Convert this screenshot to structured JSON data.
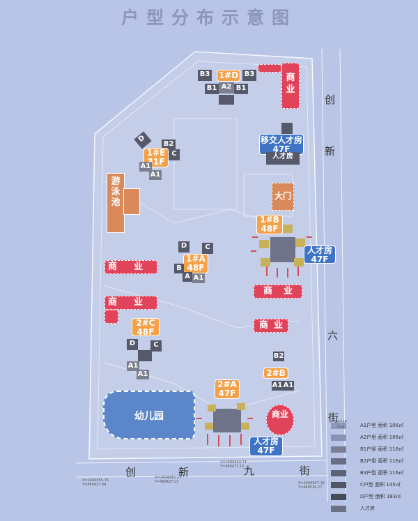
{
  "title": "户型分布示意图",
  "roads": {
    "right_1": "创",
    "right_2": "新",
    "right_3": "六",
    "right_4": "街",
    "bottom_1": "创",
    "bottom_2": "新",
    "bottom_3": "九",
    "bottom_4": "街"
  },
  "towers": [
    {
      "id": "1d",
      "name": "1#D",
      "floors": ""
    },
    {
      "id": "1e",
      "name": "1#E",
      "floors": "31F"
    },
    {
      "id": "1b",
      "name": "1#B",
      "floors": "48F"
    },
    {
      "id": "1a",
      "name": "1#A",
      "floors": "48F"
    },
    {
      "id": "2c",
      "name": "2#C",
      "floors": "48F"
    },
    {
      "id": "2b",
      "name": "2#B",
      "floors": ""
    },
    {
      "id": "2a",
      "name": "2#A",
      "floors": "47F"
    }
  ],
  "talent_tags": {
    "transfer_name": "移交人才房",
    "transfer_floors": "47F",
    "talent_small": "人才房",
    "talent_right_name": "人才房",
    "talent_right_floors": "47F",
    "talent_bottom_name": "人才房",
    "talent_bottom_floors": "47F"
  },
  "facilities": {
    "pool": "游泳池",
    "gate": "大门",
    "kindergarten": "幼儿园",
    "commerce_vertical_1": "商",
    "commerce_vertical_2": "业",
    "commerce_1a": "商",
    "commerce_1b": "业",
    "commerce_2a": "商",
    "commerce_2b": "业",
    "commerce_3a": "商",
    "commerce_3b": "业",
    "commerce_4a": "商",
    "commerce_4b": "业",
    "commerce_circle": "商业"
  },
  "units": {
    "b3_l": "B3",
    "a2": "A2",
    "b3_r": "B3",
    "b1_l": "B1",
    "b1_r": "B1",
    "d_1e": "D",
    "b2_1e": "B2",
    "c_1e": "C",
    "a1_1e_l": "A1",
    "a1_1e_r": "A1",
    "d_1a": "D",
    "c_1a": "C",
    "b_1a": "B",
    "a_1a": "A",
    "a1_1a": "A1",
    "d_2c": "D",
    "c_2c": "C",
    "a1_2c_l": "A1",
    "a1_2c_m": "A1",
    "b2_2b": "B2",
    "a1_2b_l": "A1",
    "a1_2b_r": "A1"
  },
  "legend": [
    {
      "type": "A1户型",
      "area": "106㎡",
      "color": "#8e97bd"
    },
    {
      "type": "A2户型",
      "area": "108㎡",
      "color": "#8892b6"
    },
    {
      "type": "B1户型",
      "area": "116㎡",
      "color": "#7a7f96"
    },
    {
      "type": "B2户型",
      "area": "116㎡",
      "color": "#6b6f84"
    },
    {
      "type": "B3户型",
      "area": "116㎡",
      "color": "#5e6275"
    },
    {
      "type": "C户型",
      "area": "145㎡",
      "color": "#525667"
    },
    {
      "type": "D户型",
      "area": "183㎡",
      "color": "#474a59"
    },
    {
      "type": "人才房",
      "area": "",
      "color": "#6c7286"
    }
  ],
  "coords": {
    "c1": "X=2494043.74",
    "c2": "Y=489471.12",
    "c3": "X=2494055.76",
    "c4": "Y=489427.04",
    "c5": "X=2494043.27",
    "c6": "Y=489427.22",
    "c7": "X=2494047.18",
    "c8": "Y=489529.27",
    "c9": "X=24",
    "c10": "Y=4"
  },
  "colors": {
    "accent_orange": "#f4a14a",
    "talent_blue": "#3f73c4",
    "commerce_red": "#e0435a",
    "arrow_red": "#e02020"
  }
}
